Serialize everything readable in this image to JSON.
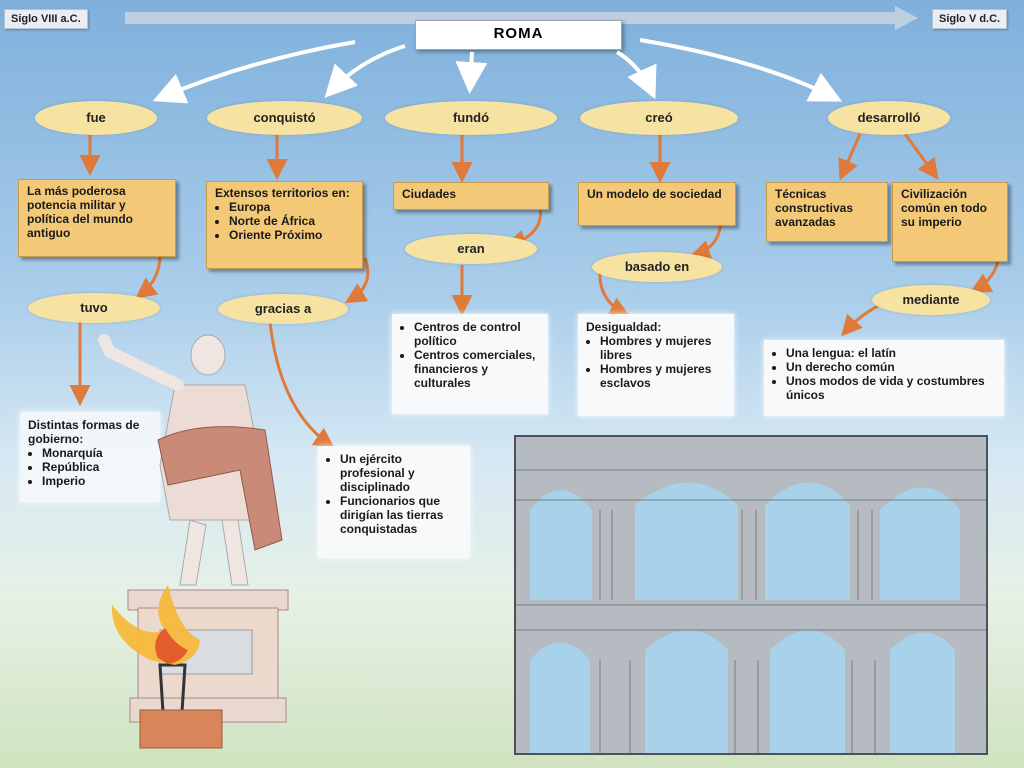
{
  "timeline": {
    "start": "Siglo VIII a.C.",
    "end": "Siglo V d.C."
  },
  "title": "ROMA",
  "branches": [
    {
      "verb": "fue",
      "box": "La más poderosa potencia militar y política del mundo antiguo",
      "link": "tuvo",
      "result_heading": "Distintas formas de gobierno:",
      "result_items": [
        "Monarquía",
        "República",
        "Imperio"
      ]
    },
    {
      "verb": "conquistó",
      "box_heading": "Extensos territorios en:",
      "box_items": [
        "Europa",
        "Norte de África",
        "Oriente Próximo"
      ],
      "link": "gracias a",
      "result_items": [
        "Un ejército profesional y disciplinado",
        "Funcionarios que dirigían las tierras conquistadas"
      ]
    },
    {
      "verb": "fundó",
      "box": "Ciudades",
      "link": "eran",
      "result_items": [
        "Centros de control político",
        "Centros comerciales, financieros y culturales"
      ]
    },
    {
      "verb": "creó",
      "box": "Un modelo de sociedad",
      "link": "basado en",
      "result_heading": "Desigualdad:",
      "result_items": [
        "Hombres y mujeres libres",
        "Hombres y mujeres esclavos"
      ]
    },
    {
      "verb": "desarrolló",
      "box_a": "Técnicas constructivas avanzadas",
      "box_b": "Civilización común en todo su imperio",
      "link": "mediante",
      "result_items": [
        "Una lengua: el latín",
        "Un derecho común",
        "Unos modos de vida y costumbres únicos"
      ]
    }
  ],
  "colors": {
    "oval": "#f6e3a1",
    "box": "#f3c877",
    "arrow": "#e07a3a",
    "sky": "#7fb0dc"
  }
}
